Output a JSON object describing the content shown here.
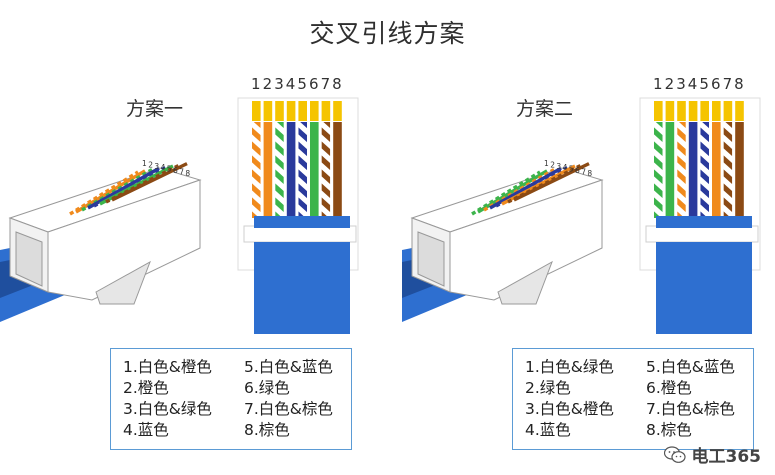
{
  "title": "交叉引线方案",
  "schemes": [
    {
      "label": "方案一",
      "pins": [
        "1",
        "2",
        "3",
        "4",
        "5",
        "6",
        "7",
        "8"
      ],
      "wire_order": [
        {
          "base": "#ffffff",
          "stripe": "#f08a1c"
        },
        {
          "base": "#f08a1c",
          "stripe": null
        },
        {
          "base": "#ffffff",
          "stripe": "#3cb44b"
        },
        {
          "base": "#2a3a9c",
          "stripe": null
        },
        {
          "base": "#ffffff",
          "stripe": "#2a3a9c"
        },
        {
          "base": "#3cb44b",
          "stripe": null
        },
        {
          "base": "#ffffff",
          "stripe": "#8b4a14"
        },
        {
          "base": "#8b4a14",
          "stripe": null
        }
      ],
      "legend_left": [
        "1.白色&橙色",
        "2.橙色",
        "3.白色&绿色",
        "4.蓝色"
      ],
      "legend_right": [
        "5.白色&蓝色",
        "6.绿色",
        "7.白色&棕色",
        "8.棕色"
      ]
    },
    {
      "label": "方案二",
      "pins": [
        "1",
        "2",
        "3",
        "4",
        "5",
        "6",
        "7",
        "8"
      ],
      "wire_order": [
        {
          "base": "#ffffff",
          "stripe": "#3cb44b"
        },
        {
          "base": "#3cb44b",
          "stripe": null
        },
        {
          "base": "#ffffff",
          "stripe": "#f08a1c"
        },
        {
          "base": "#2a3a9c",
          "stripe": null
        },
        {
          "base": "#ffffff",
          "stripe": "#2a3a9c"
        },
        {
          "base": "#f08a1c",
          "stripe": null
        },
        {
          "base": "#ffffff",
          "stripe": "#8b4a14"
        },
        {
          "base": "#8b4a14",
          "stripe": null
        }
      ],
      "legend_left": [
        "1.白色&绿色",
        "2.绿色",
        "3.白色&橙色",
        "4.蓝色"
      ],
      "legend_right": [
        "5.白色&蓝色",
        "6.橙色",
        "7.白色&棕色",
        "8.棕色"
      ]
    }
  ],
  "watermark": "电工365",
  "colors": {
    "cable_blue": "#2e6fd0",
    "cable_dark": "#1f4f9e",
    "gold": "#f5c400",
    "legend_border": "#5b9bd5"
  }
}
